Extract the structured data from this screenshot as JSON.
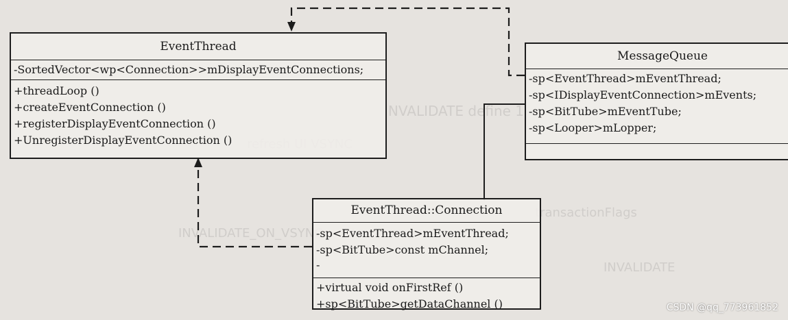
{
  "event_thread": {
    "title": "EventThread",
    "attributes": [
      "-SortedVector<wp<Connection>>mDisplayEventConnections;"
    ],
    "methods": [
      "+threadLoop ()",
      "+createEventConnection ()",
      "+registerDisplayEventConnection ()",
      "+UnregisterDisplayEventConnection ()"
    ]
  },
  "message_queue": {
    "title": "MessageQueue",
    "attributes": [
      "-sp<EventThread>mEventThread;",
      "-sp<IDisplayEventConnection>mEvents;",
      "-sp<BitTube>mEventTube;",
      "-sp<Looper>mLopper;"
    ],
    "methods": []
  },
  "connection": {
    "title": "EventThread::Connection",
    "attributes": [
      "-sp<EventThread>mEventThread;",
      "-sp<BitTube>const mChannel;",
      "-"
    ],
    "methods": [
      "+virtual void onFirstRef ()",
      "+sp<BitTube>getDataChannel ()"
    ]
  },
  "watermark": "CSDN @qq_773961852"
}
